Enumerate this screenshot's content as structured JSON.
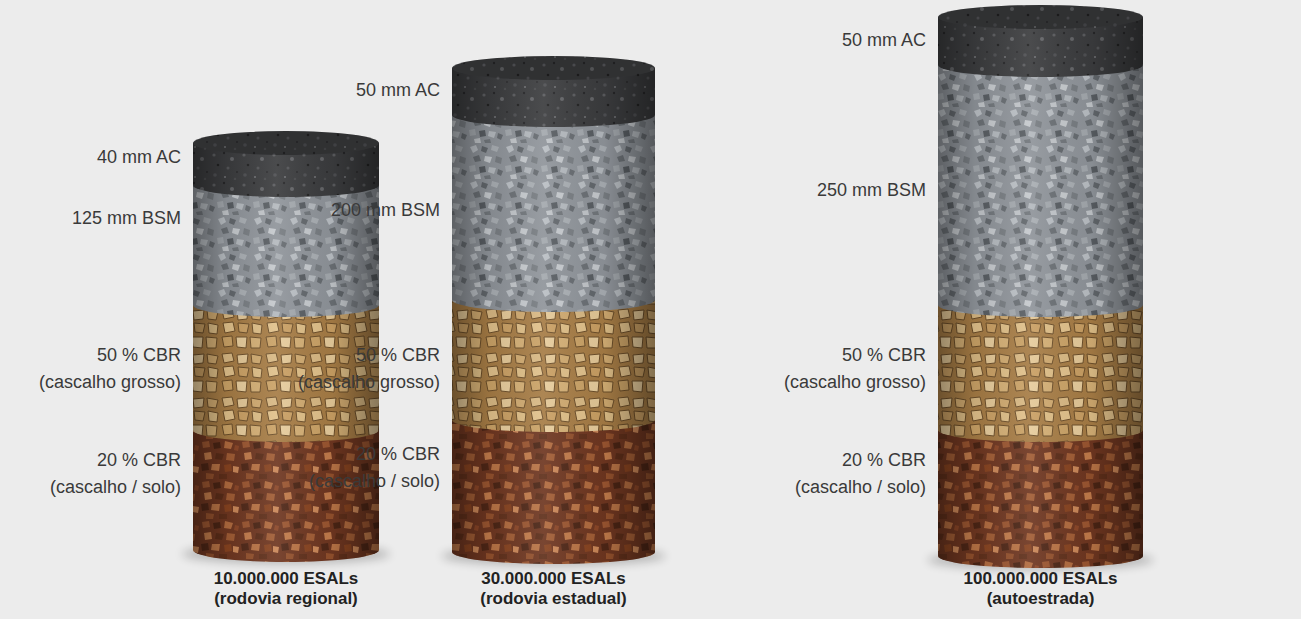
{
  "diagram": {
    "labels": [
      "40 mm AC",
      "125 mm BSM",
      "50 % CBR (cascalho grosso)",
      "20 % CBR (cascalho / solo)",
      "10.000.000 ESALs (rodovia regional)",
      "50 mm AC",
      "200 mm BSM",
      "50 % CBR (cascalho grosso)",
      "20 % CBR (cascalho / solo)",
      "30.000.000 ESALs (rodovia estadual)",
      "50 mm AC",
      "250 mm BSM",
      "50 % CBR (cascalho grosso)",
      "20 % CBR (cascalho / solo)",
      "100.000.000 ESALs (autoestrada)"
    ]
  }
}
